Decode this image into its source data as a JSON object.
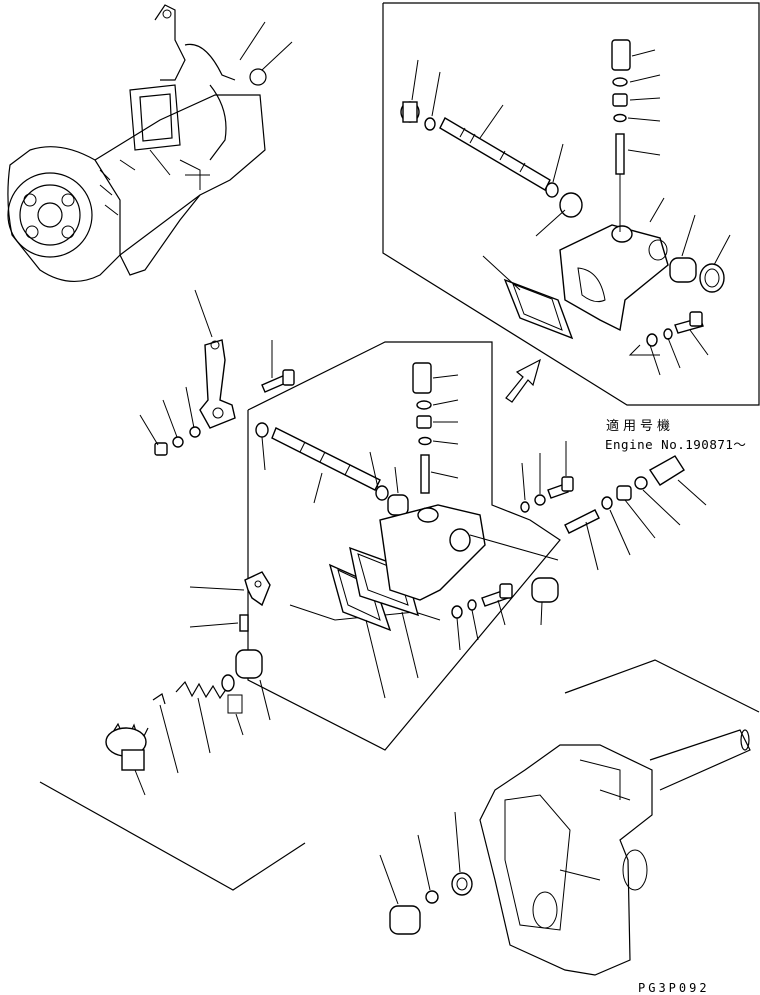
{
  "labels": {
    "applicable_model_jp": "適用号機",
    "engine_number": "Engine No.190871～",
    "drawing_code": "PG3P092"
  }
}
